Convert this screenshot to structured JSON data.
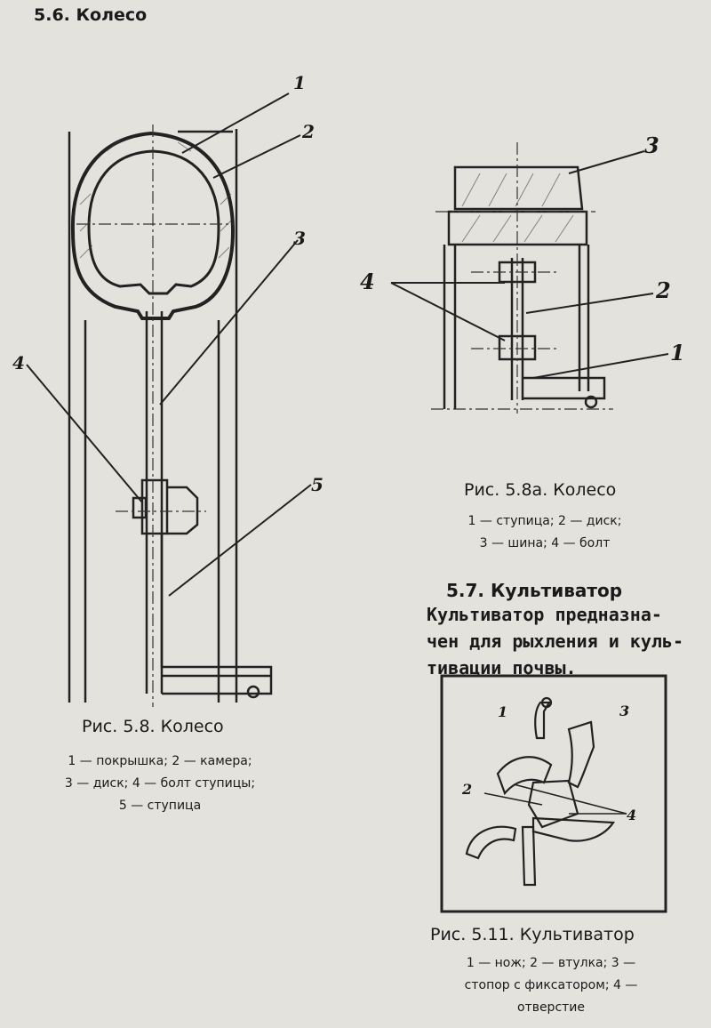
{
  "section_wheel": {
    "heading": "5.6. Колесо"
  },
  "fig_5_8": {
    "callouts": [
      "1",
      "2",
      "3",
      "4",
      "5"
    ],
    "caption": "Рис. 5.8. Колесо",
    "legend": [
      "1 — покрышка; 2 — камера;",
      "3 — диск; 4 — болт ступицы;",
      "5 — ступица"
    ]
  },
  "fig_5_8a": {
    "callouts": [
      "3",
      "4",
      "2",
      "1"
    ],
    "caption": "Рис. 5.8а. Колесо",
    "legend": [
      "1 — ступица; 2 — диск;",
      "3 — шина; 4 — болт"
    ]
  },
  "section_cultivator": {
    "heading": "5.7. Культиватор",
    "text": [
      "Культиватор предназна-",
      "чен для рыхления и куль-",
      "тивации почвы."
    ]
  },
  "fig_5_11": {
    "callouts": [
      "1",
      "3",
      "2",
      "4"
    ],
    "caption": "Рис. 5.11. Культиватор",
    "legend": [
      "1 — нож; 2 — втулка; 3 —",
      "стопор с фиксатором; 4 —",
      "отверстие"
    ]
  }
}
